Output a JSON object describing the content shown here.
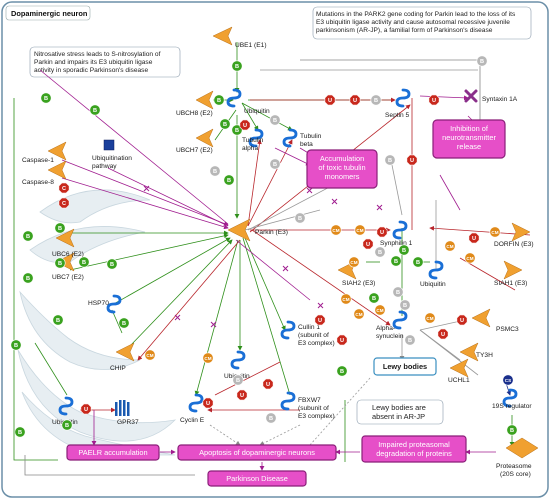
{
  "title": "Dopaminergic neuron",
  "notes": {
    "nitrosative": [
      "Nitrosative stress leads to S-nitrosylation of",
      "Parkin and impairs its E3 ubiquitin ligase",
      "activity in sporadic Parkinson's disease"
    ],
    "park2": [
      "Mutations in the PARK2 gene coding for Parkin lead to the loss of its",
      "E3 ubiquitin ligase activity and cause autosomal recessive juvenile",
      "parkinsonism (AR-JP), a familial form of Parkinson's disease"
    ],
    "lewy_absent": [
      "Lewy bodies are",
      "absent in AR-JP"
    ]
  },
  "nodes": {
    "ube1": "UBE1 (E1)",
    "ubch8": "UBCH8 (E2)",
    "ubch7": "UBCH7 (E2)",
    "ubiquitin_top": "Ubiquitin",
    "tubulin_alpha": [
      "Tubulin",
      "alpha"
    ],
    "tubulin_beta": [
      "Tubulin",
      "beta"
    ],
    "septin5": "Septin 5",
    "syntaxin": "Syntaxin 1A",
    "caspase1": "Caspase-1",
    "caspase8": "Caspase-8",
    "ubiq_pathway": [
      "Ubiquitination",
      "pathway"
    ],
    "parkin": "Parkin (E3)",
    "ubc6": "UBC6 (E2)",
    "ubc7": "UBC7 (E2)",
    "hsp70": "HSP70",
    "chip": "CHIP",
    "synphilin": "Synphilin 1",
    "dorfin": "DORFIN (E3)",
    "siah2": "SIAH2 (E3)",
    "ubiquitin_right": "Ubiquitin",
    "siah1": "SIAH1 (E3)",
    "alpha_syn": [
      "Alpha-",
      "synuclein"
    ],
    "psmc3": "PSMC3",
    "ty3h": "TY3H",
    "uchl1": "UCHL1",
    "reg19s": "19S regulator",
    "cullin": [
      "Cullin 1",
      "(subunit of",
      "E3 complex)"
    ],
    "ubiquitin_mid": "Ubiquitin",
    "fbxw7": [
      "FBXW7",
      "(subunit of",
      "E3 complex)"
    ],
    "cyclin": "Cyclin E",
    "ubiquitin_left": "Ubiquitin",
    "gpr37": "GPR37",
    "proteasome": [
      "Proteasome",
      "(20S core)"
    ]
  },
  "outcomes": {
    "toxic": [
      "Accumulation",
      "of toxic tubulin",
      "monomers"
    ],
    "inhibition": [
      "Inhibition of",
      "neurotransmitter",
      "release"
    ],
    "lewy": "Lewy bodies",
    "impaired": [
      "Impaired proteasomal",
      "degradation of proteins"
    ],
    "paelr": "PAELR accumulation",
    "apoptosis": "Apoptosis of dopaminergic neurons",
    "parkinson": "Parkinson Disease"
  },
  "badge_letters": {
    "binding": "B",
    "ubiquitination": "U",
    "cleavage": "C",
    "chem_mod": "CM",
    "cs": "CS"
  },
  "colors": {
    "pink_fill": "#e64fc8",
    "pink_border": "#8a1f79",
    "green_badge": "#3aa21f",
    "red_badge": "#c8281c",
    "grey_badge": "#b7b7b7",
    "orange_badge": "#e08a1a",
    "navy_badge": "#1a2f8c",
    "wedge": "#f0a030",
    "ubiquitin": "#1a6fd6",
    "syntaxin": "#8a2f8a",
    "cell_shape": "#e7eef2",
    "border": "#6b8fa8"
  },
  "icons": {
    "wedge": "e-ligase-wedge-icon",
    "ubiquitin": "ubiquitin-coil-icon",
    "receptor": "receptor-icon",
    "pathway": "pathway-square-icon",
    "syntaxin": "syntaxin-x-icon"
  }
}
